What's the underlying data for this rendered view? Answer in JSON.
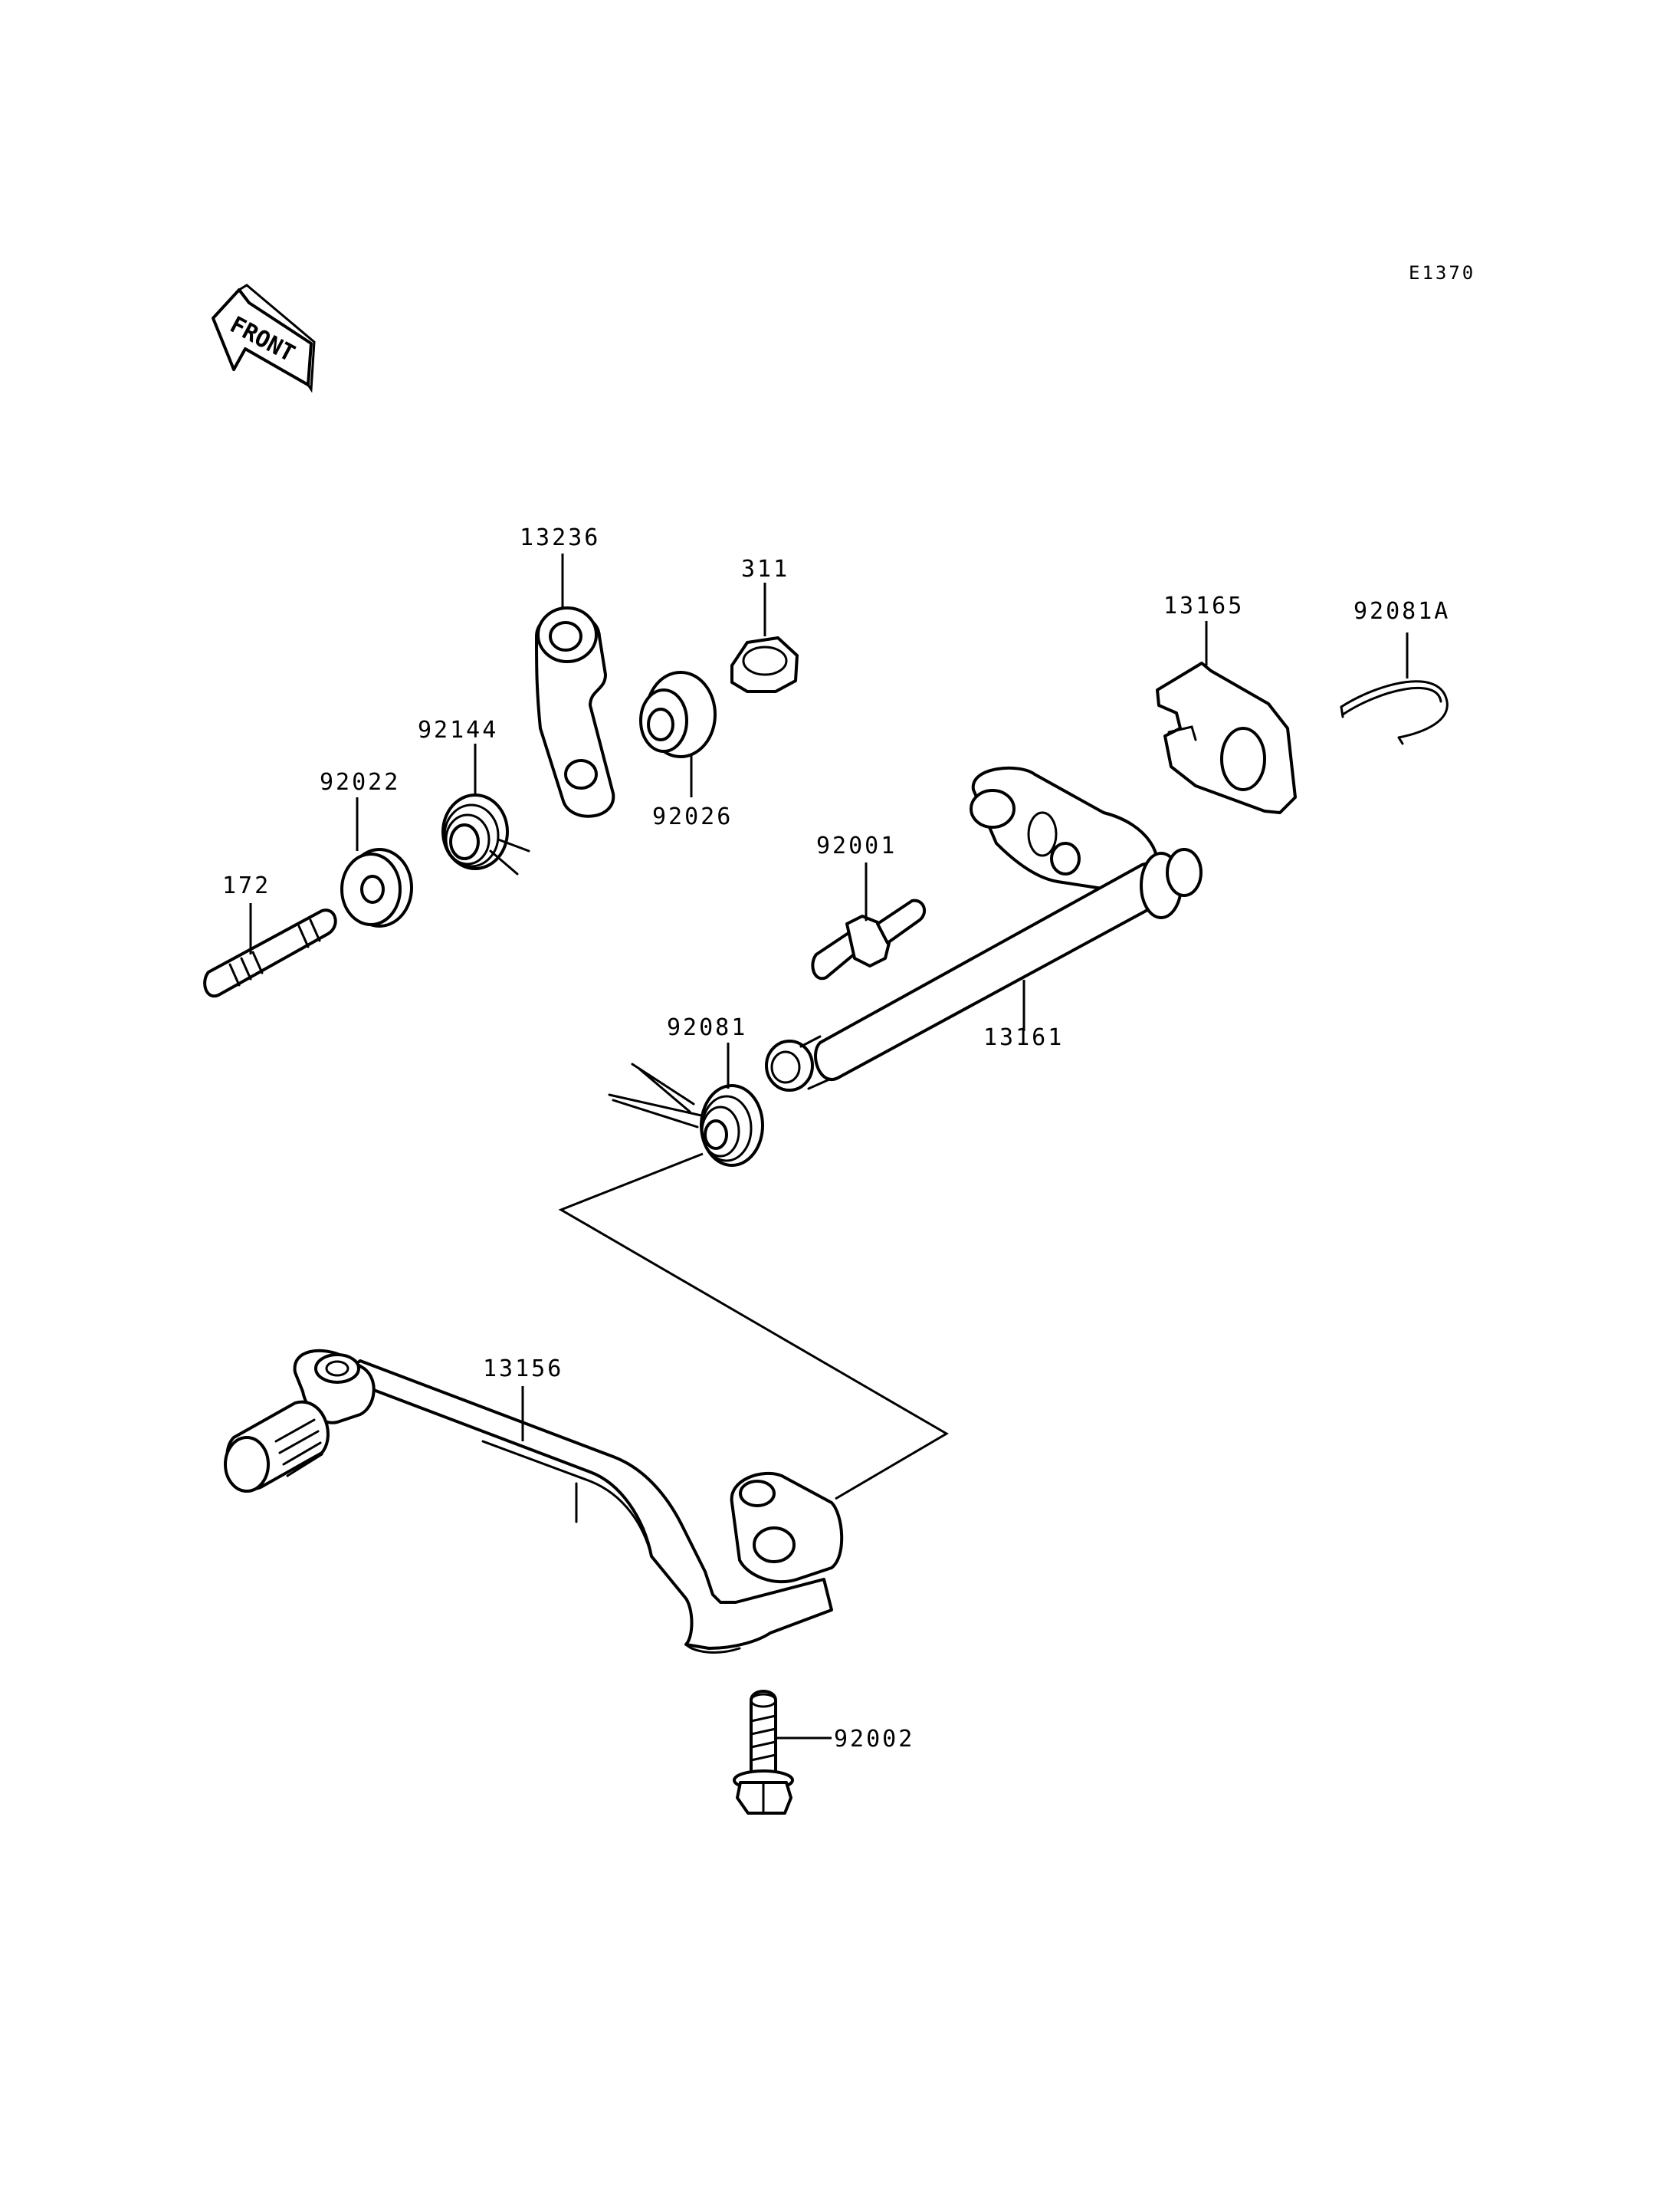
{
  "diagram_code": "E1370",
  "front_label": "FRONT",
  "parts": {
    "p13236": "13236",
    "p311": "311",
    "p13165": "13165",
    "p92081A": "92081A",
    "p92144": "92144",
    "p92022": "92022",
    "p92026": "92026",
    "p92001": "92001",
    "p172": "172",
    "p92081": "92081",
    "p13161": "13161",
    "p13156": "13156",
    "p92002": "92002"
  }
}
